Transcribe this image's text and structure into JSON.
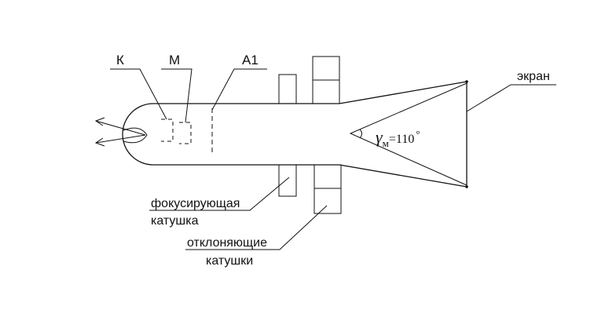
{
  "labels": {
    "cathode": "К",
    "modulator": "М",
    "anode": "А1",
    "screen": "экран",
    "angle_symbol": "γ",
    "angle_subscript": "м",
    "angle_value": "=110",
    "angle_degree": "°",
    "focus_coil_line1": "фокусирующая",
    "focus_coil_line2": "катушка",
    "deflect_coil_line1": "отклоняющие",
    "deflect_coil_line2": "катушки"
  }
}
